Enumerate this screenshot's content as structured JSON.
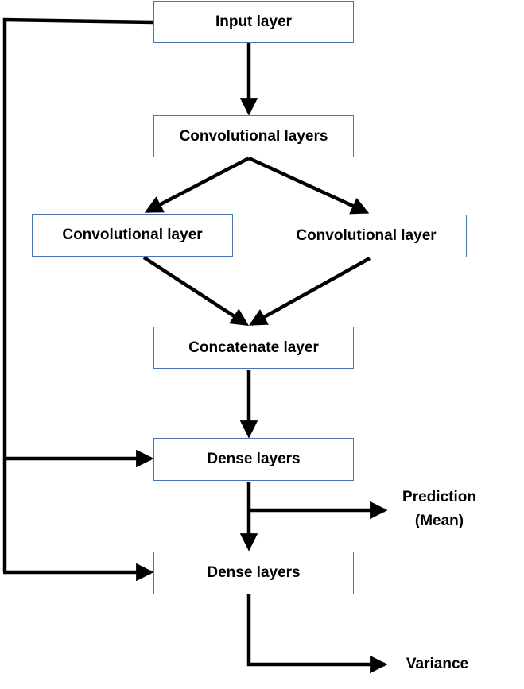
{
  "nodes": {
    "input": "Input layer",
    "conv_block": "Convolutional layers",
    "conv_left": "Convolutional layer",
    "conv_right": "Convolutional layer",
    "concat": "Concatenate layer",
    "dense_1": "Dense layers",
    "dense_2": "Dense layers"
  },
  "outputs": {
    "prediction_line1": "Prediction",
    "prediction_line2": "(Mean)",
    "variance": "Variance"
  },
  "colors": {
    "node_border": "#4a74b0",
    "edge": "#000000"
  }
}
